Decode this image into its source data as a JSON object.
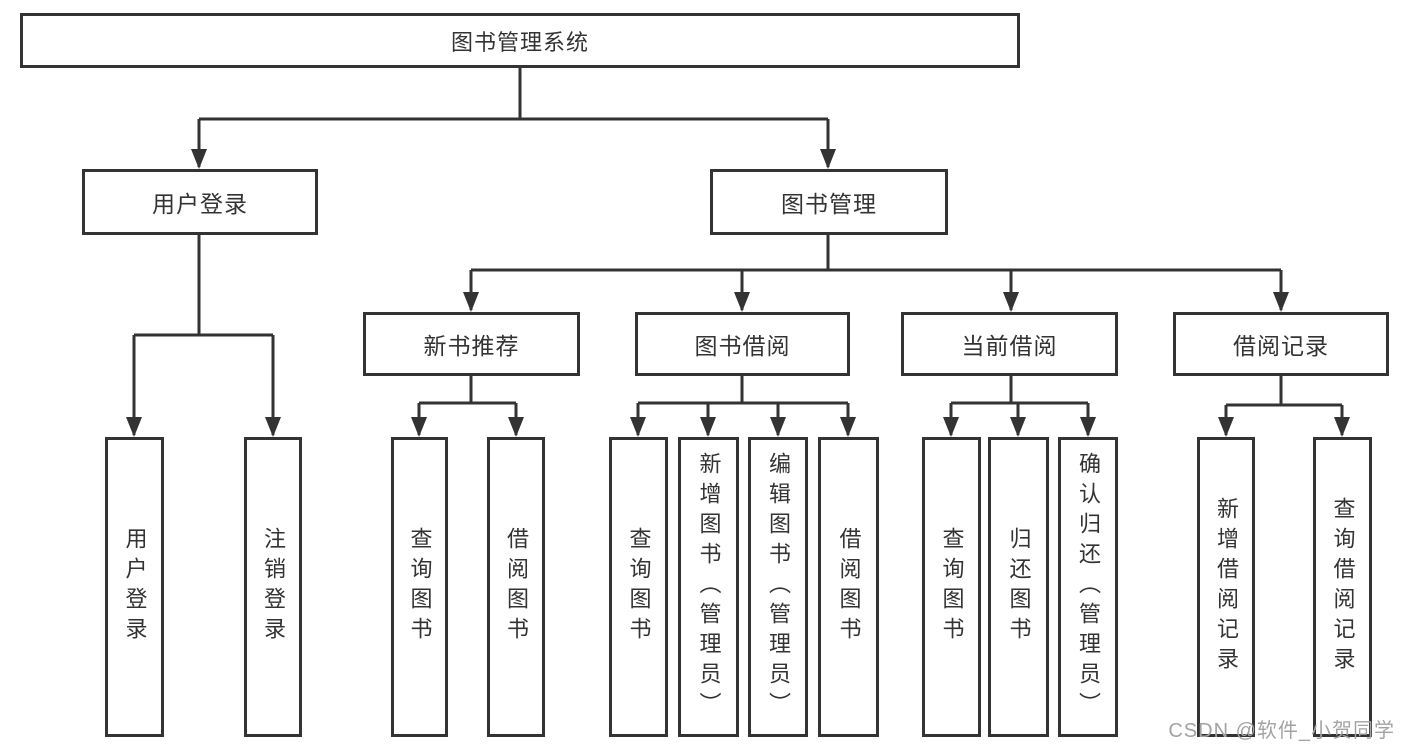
{
  "diagram_type": "tree",
  "root": {
    "label": "图书管理系统"
  },
  "level2": {
    "user_login": {
      "label": "用户登录",
      "children": [
        {
          "label": "用户登录"
        },
        {
          "label": "注销登录"
        }
      ]
    },
    "book_management": {
      "label": "图书管理",
      "sections": [
        {
          "label": "新书推荐",
          "children": [
            {
              "label": "查询图书"
            },
            {
              "label": "借阅图书"
            }
          ]
        },
        {
          "label": "图书借阅",
          "children": [
            {
              "label": "查询图书"
            },
            {
              "label": "新增图书（管理员）"
            },
            {
              "label": "编辑图书（管理员）"
            },
            {
              "label": "借阅图书"
            }
          ]
        },
        {
          "label": "当前借阅",
          "children": [
            {
              "label": "查询图书"
            },
            {
              "label": "归还图书"
            },
            {
              "label": "确认归还（管理员）"
            }
          ]
        },
        {
          "label": "借阅记录",
          "children": [
            {
              "label": "新增借阅记录"
            },
            {
              "label": "查询借阅记录"
            }
          ]
        }
      ]
    }
  },
  "watermark": "CSDN @软件_小贺同学",
  "colors": {
    "line": "#333333",
    "text": "#333333",
    "box_background": "#ffffff",
    "watermark": "#a3a3a3",
    "page_background": "#ffffff"
  }
}
